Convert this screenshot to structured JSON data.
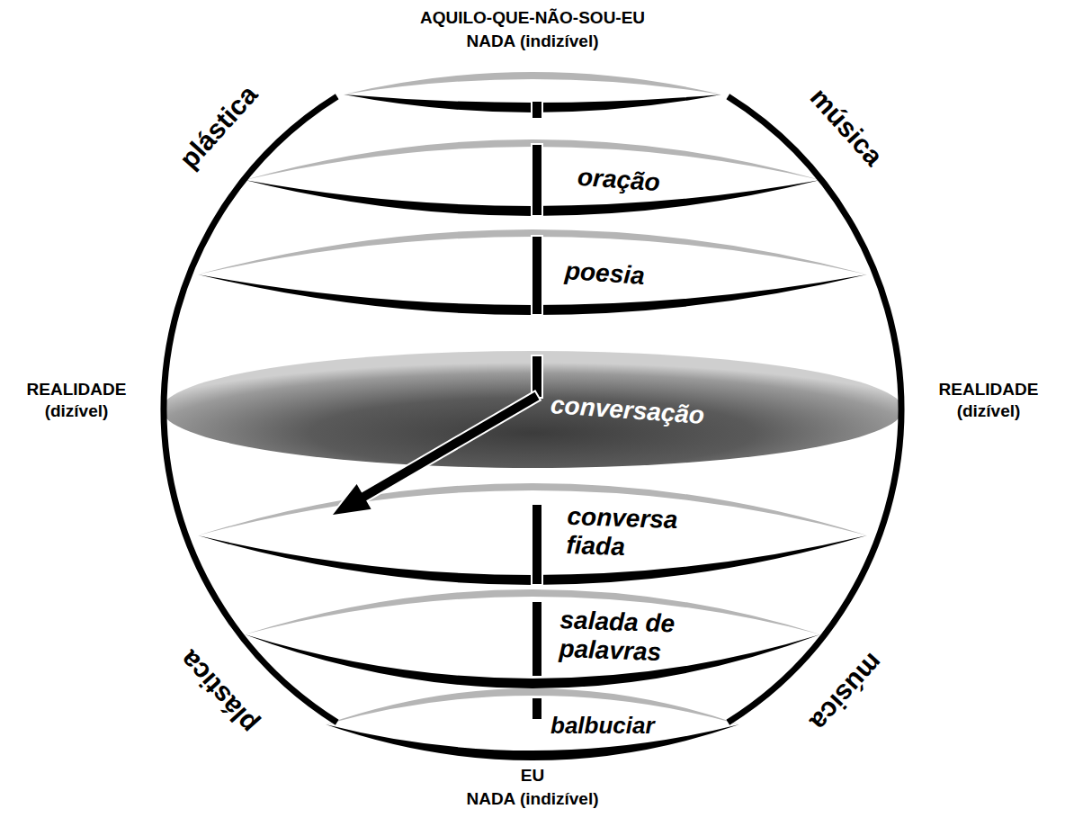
{
  "diagram": {
    "nodes": [
      {
        "text": [
          "oração"
        ]
      },
      {
        "text": [
          "poesia"
        ]
      },
      {
        "text": [
          "conversação"
        ]
      },
      {
        "text": [
          "conversa fiada"
        ]
      },
      {
        "text": [
          "salada de palavras"
        ]
      },
      {
        "text": [
          "balbuciar"
        ]
      }
    ],
    "labels": [
      "AQUILO-QUE-NÃO-SOU-EU",
      "NADA (indizível)",
      "plástica",
      "música",
      "REALIDADE (dizível)",
      "REALIDADE (dizível)",
      "plástica",
      "música",
      "EU",
      "NADA (indizível)"
    ]
  }
}
